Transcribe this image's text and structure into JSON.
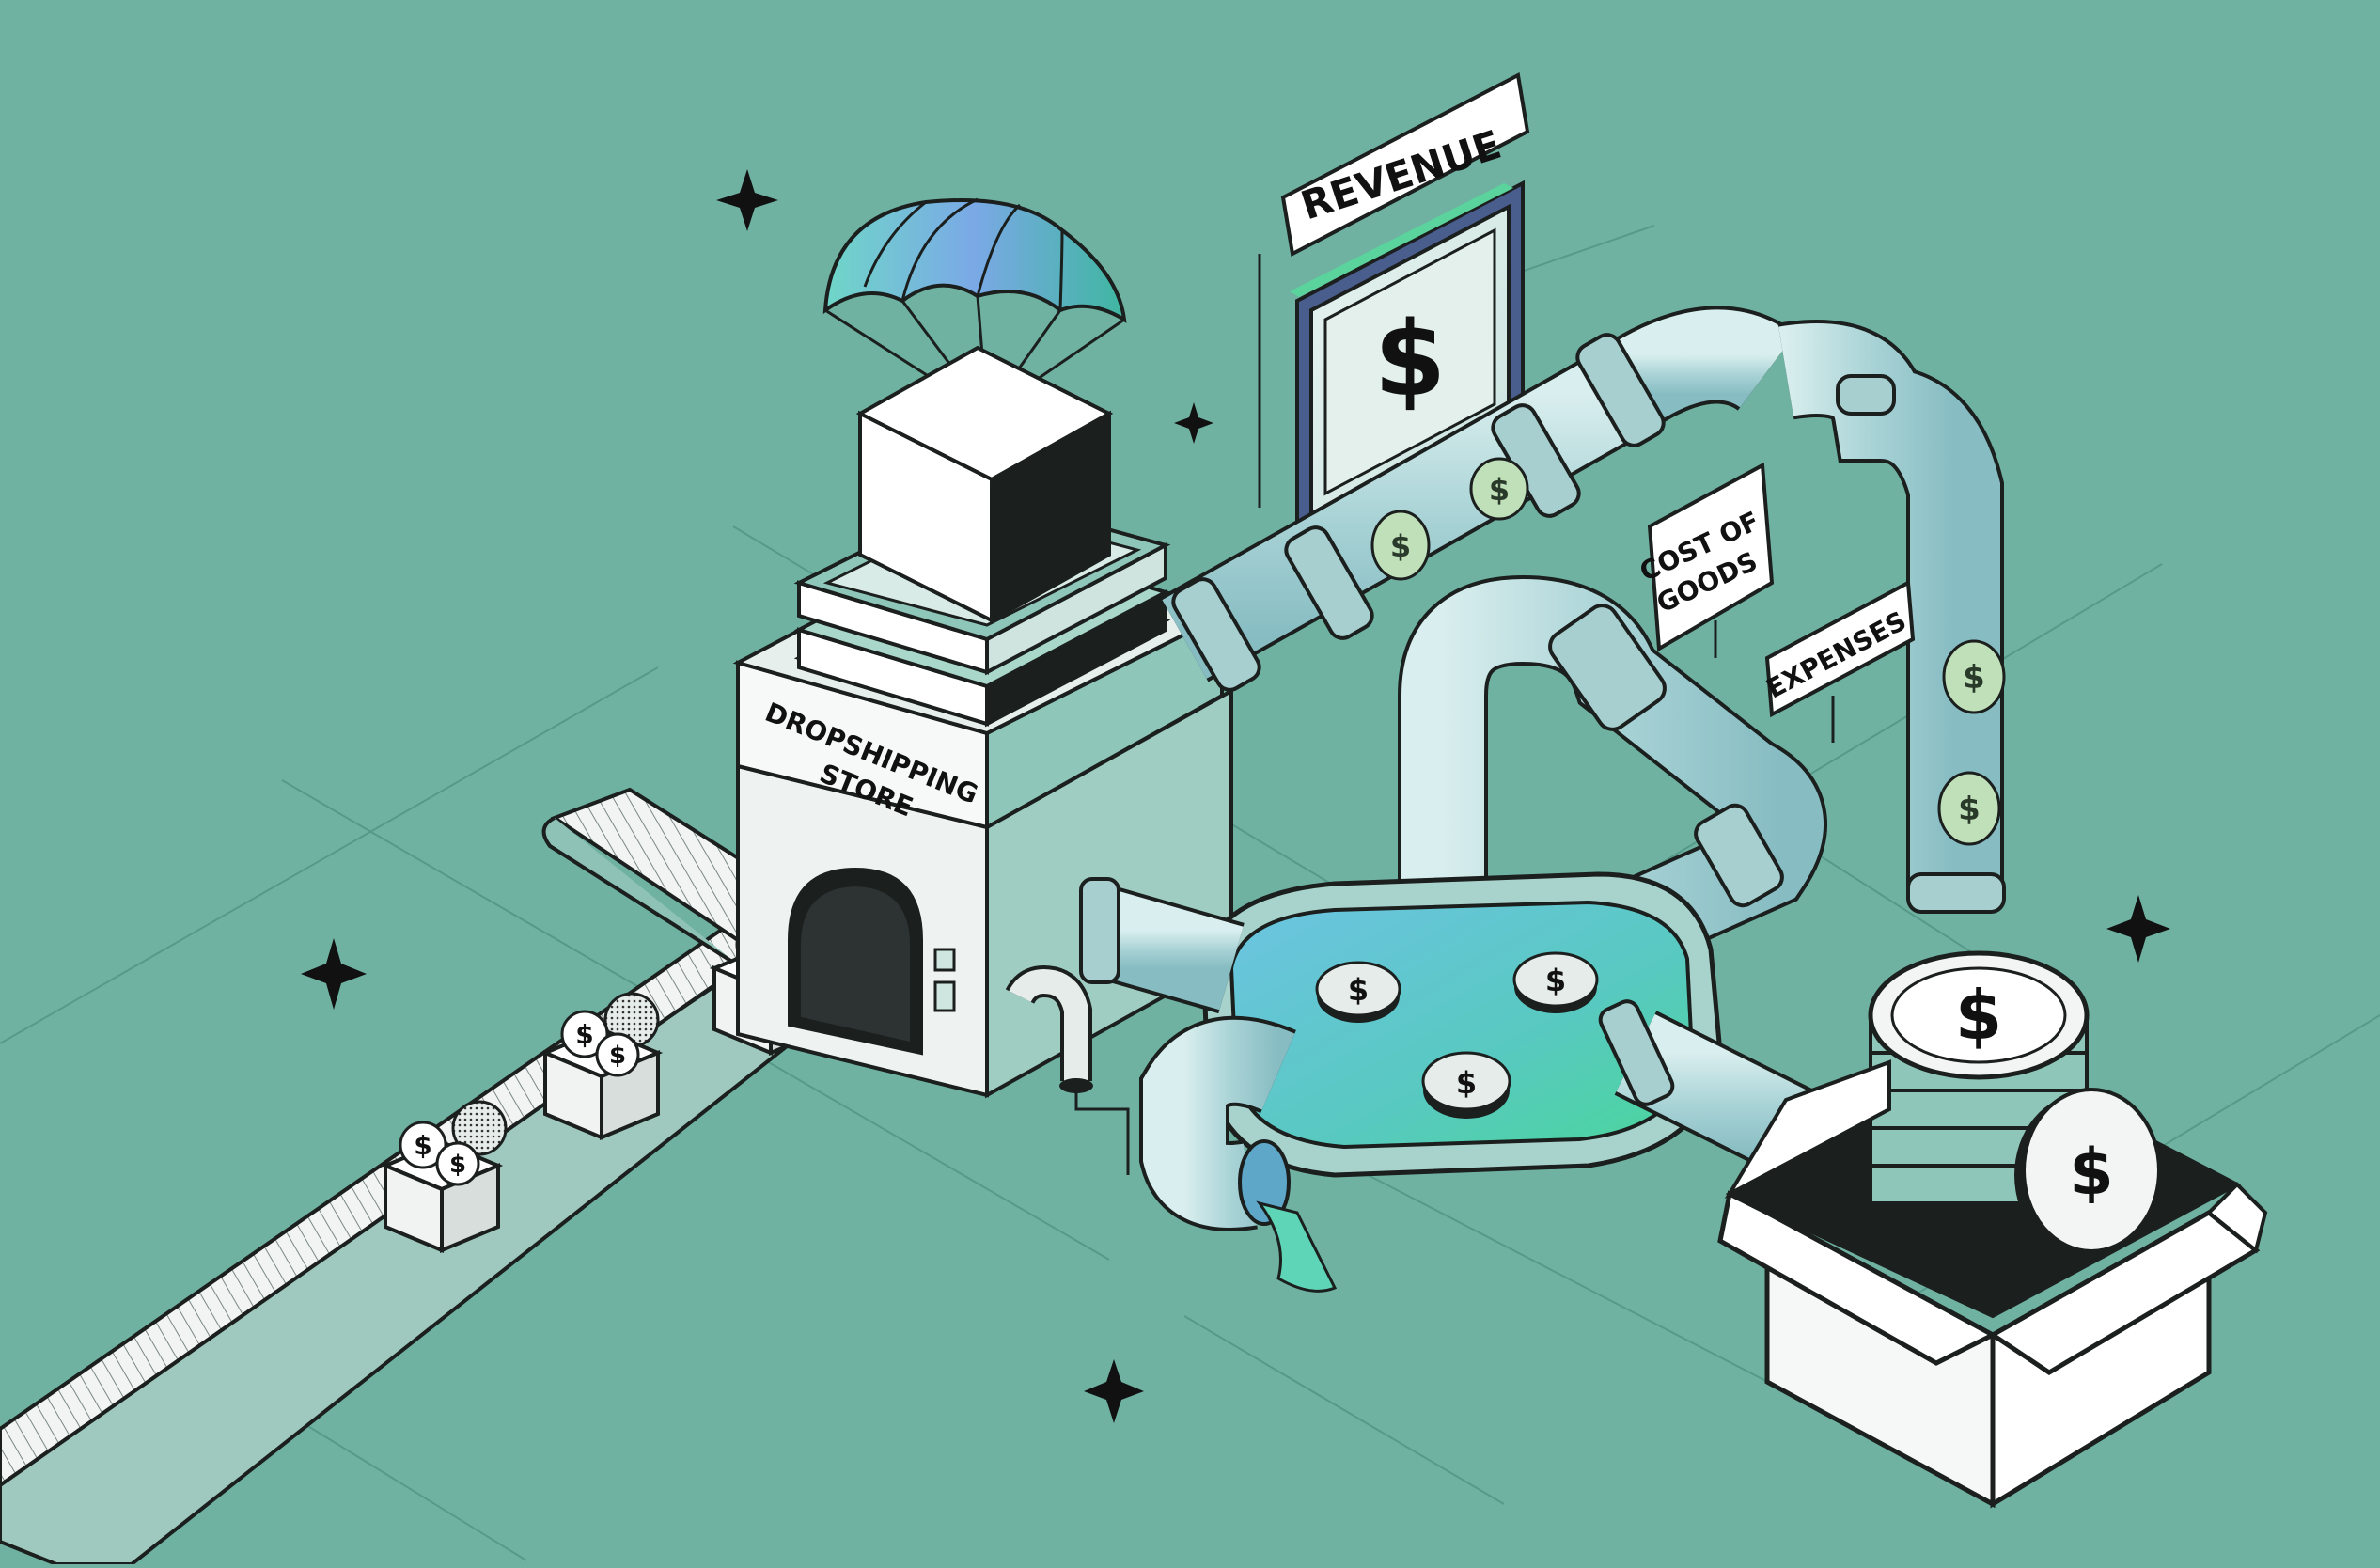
{
  "labels": {
    "revenue": "REVENUE",
    "cost_of_goods_line1": "COST OF",
    "cost_of_goods_line2": "GOODS",
    "expenses": "EXPENSES",
    "store_line1": "DROPSHIPPING",
    "store_line2": "STORE"
  },
  "symbols": {
    "currency": "$"
  },
  "colors": {
    "background": "#6fb2a2",
    "outline": "#1b1f1e",
    "pipe": "#b7d9d8",
    "pipe_dark": "#8fbfc0",
    "water": "#5fc8d8",
    "water_green": "#4fd6a0",
    "coin": "#e8efe9",
    "coin_green": "#bfe0b8",
    "building": "#f4f7f6",
    "shade": "#a7d0c8"
  },
  "icons": [
    "sparkle-icon",
    "parachute-icon",
    "dollar-sign-icon",
    "coin-icon",
    "box-icon"
  ]
}
